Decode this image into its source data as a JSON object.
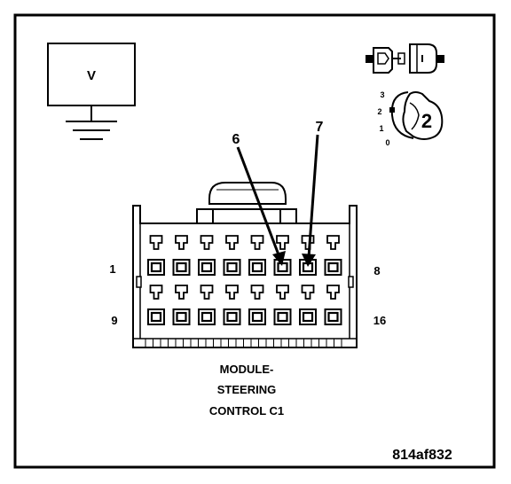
{
  "meter": {
    "symbol": "V"
  },
  "ignition_key": {
    "positions": [
      "3",
      "2",
      "1",
      "0"
    ],
    "selected": "2"
  },
  "callouts": [
    {
      "label": "6",
      "pin": 6
    },
    {
      "label": "7",
      "pin": 7
    }
  ],
  "connector": {
    "row_top": {
      "start_label": "1",
      "end_label": "8",
      "pin_count": 8
    },
    "row_bottom": {
      "start_label": "9",
      "end_label": "16",
      "pin_count": 8
    },
    "caption_lines": [
      "MODULE-",
      "STEERING",
      "CONTROL C1"
    ]
  },
  "figure_id": "814af832"
}
